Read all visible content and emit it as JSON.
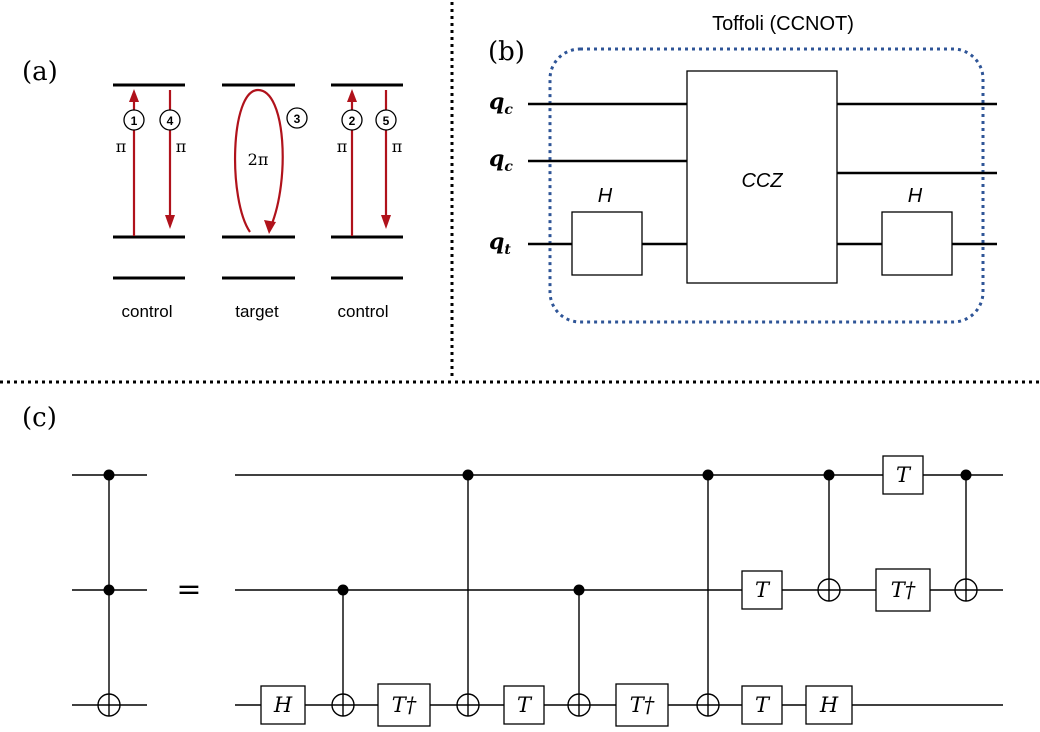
{
  "panels": {
    "a": "(a)",
    "b": "(b)",
    "c": "(c)"
  },
  "panel_a": {
    "systems": [
      {
        "label": "control",
        "steps": [
          {
            "num": "1",
            "angle": "π",
            "dir": "up"
          },
          {
            "num": "4",
            "angle": "π",
            "dir": "down"
          }
        ]
      },
      {
        "label": "target",
        "steps": [
          {
            "num": "3",
            "angle": "2π",
            "dir": "loop"
          }
        ]
      },
      {
        "label": "control",
        "steps": [
          {
            "num": "2",
            "angle": "π",
            "dir": "up"
          },
          {
            "num": "5",
            "angle": "π",
            "dir": "down"
          }
        ]
      }
    ]
  },
  "panel_b": {
    "title": "Toffoli (CCNOT)",
    "wire_labels": [
      {
        "main": "q",
        "sub": "c"
      },
      {
        "main": "q",
        "sub": "c"
      },
      {
        "main": "q",
        "sub": "t"
      }
    ],
    "gates": {
      "h_left": "H",
      "ccz": "CCZ",
      "h_right": "H"
    }
  },
  "panel_c": {
    "equals": "=",
    "gates": [
      "H",
      "T†",
      "T",
      "T†",
      "T",
      "H",
      "T",
      "T",
      "T†"
    ]
  },
  "colors": {
    "arrow": "#b0121b",
    "dotted_frame": "#2f5597",
    "line": "#000000"
  }
}
